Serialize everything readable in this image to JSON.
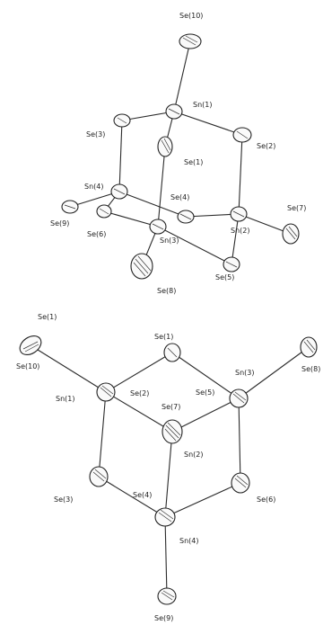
{
  "figure": {
    "top": {
      "labels": {
        "se10": "Se(10)",
        "sn1": "Sn(1)",
        "se3": "Se(3)",
        "se2": "Se(2)",
        "se1": "Se(1)",
        "sn4": "Sn(4)",
        "se4": "Se(4)",
        "se7": "Se(7)",
        "se9": "Se(9)",
        "sn2": "Sn(2)",
        "se6": "Se(6)",
        "sn3": "Sn(3)",
        "se5": "Se(5)",
        "se8": "Se(8)"
      }
    },
    "bottom": {
      "labels": {
        "se10": "Se(10)",
        "se1": "Se(1)",
        "sn3": "Sn(3)",
        "se8": "Se(8)",
        "sn1": "Sn(1)",
        "se2": "Se(2)",
        "se5": "Se(5)",
        "se7": "Se(7)",
        "sn2": "Sn(2)",
        "se3": "Se(3)",
        "se4": "Se(4)",
        "se6": "Se(6)",
        "sn4": "Sn(4)",
        "se9": "Se(9)"
      }
    }
  }
}
